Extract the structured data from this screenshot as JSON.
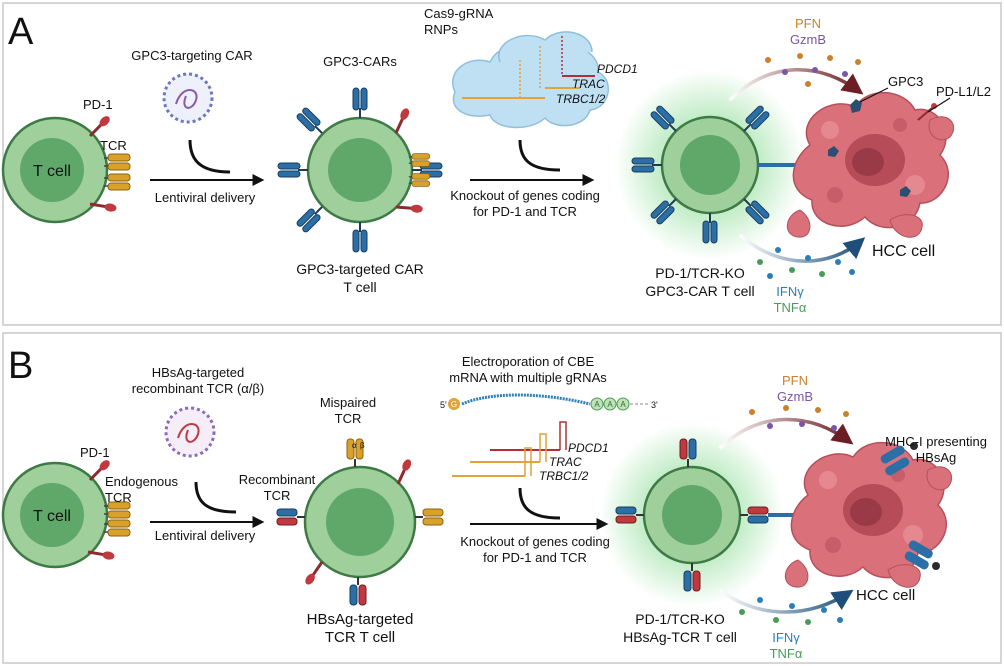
{
  "panel_a": {
    "letter": "A",
    "tcell_label": "T cell",
    "pd1_label": "PD-1",
    "tcr_label": "TCR",
    "virus_label": "GPC3-targeting CAR",
    "delivery_label": "Lentiviral delivery",
    "cars_label": "GPC3-CARs",
    "car_tcell_line1": "GPC3-targeted CAR",
    "car_tcell_line2": "T cell",
    "rnp_line1": "Cas9-gRNA",
    "rnp_line2": "RNPs",
    "gene_pdcd1": "PDCD1",
    "gene_trac": "TRAC",
    "gene_trbc": "TRBC1/2",
    "knockout_line1": "Knockout of genes coding",
    "knockout_line2": "for PD-1 and TCR",
    "final_line1": "PD-1/TCR-KO",
    "final_line2": "GPC3-CAR T cell",
    "pfn": "PFN",
    "gzmb": "GzmB",
    "ifng": "IFNγ",
    "tnfa": "TNFα",
    "gpc3": "GPC3",
    "pdl1": "PD-L1/L2",
    "hcc": "HCC cell"
  },
  "panel_b": {
    "letter": "B",
    "tcell_label": "T cell",
    "pd1_label": "PD-1",
    "endo_line1": "Endogenous",
    "endo_line2": "TCR",
    "virus_line1": "HBsAg-targeted",
    "virus_line2": "recombinant TCR (α/β)",
    "delivery_label": "Lentiviral delivery",
    "mispaired_line1": "Mispaired",
    "mispaired_line2": "TCR",
    "recomb_line1": "Recombinant",
    "recomb_line2": "TCR",
    "tcr_tcell_line1": "HBsAg-targeted",
    "tcr_tcell_line2": "TCR T cell",
    "electro_line1": "Electroporation of CBE",
    "electro_line2": "mRNA with multiple gRNAs",
    "five_prime": "5'",
    "three_prime": "3'",
    "cap": "G",
    "polya": "A",
    "gene_pdcd1": "PDCD1",
    "gene_trac": "TRAC",
    "gene_trbc": "TRBC1/2",
    "knockout_line1": "Knockout of genes coding",
    "knockout_line2": "for PD-1 and TCR",
    "final_line1": "PD-1/TCR-KO",
    "final_line2": "HBsAg-TCR T cell",
    "pfn": "PFN",
    "gzmb": "GzmB",
    "ifng": "IFNγ",
    "tnfa": "TNFα",
    "mhc_line1": "MHC-I presenting",
    "mhc_line2": "HBsAg",
    "hcc": "HCC cell",
    "alpha": "α",
    "beta": "β"
  },
  "colors": {
    "cell_outer": "#9fcf9b",
    "cell_inner": "#5fa86a",
    "pd1_red": "#c0393f",
    "tcr_gold": "#d9a02a",
    "car_blue": "#2b6fa6",
    "tumor": "#d9707a",
    "pfn": "#c9822a",
    "gzmb": "#7a55a8",
    "ifng": "#2a7fb8",
    "tnfa": "#4a9a5a"
  }
}
